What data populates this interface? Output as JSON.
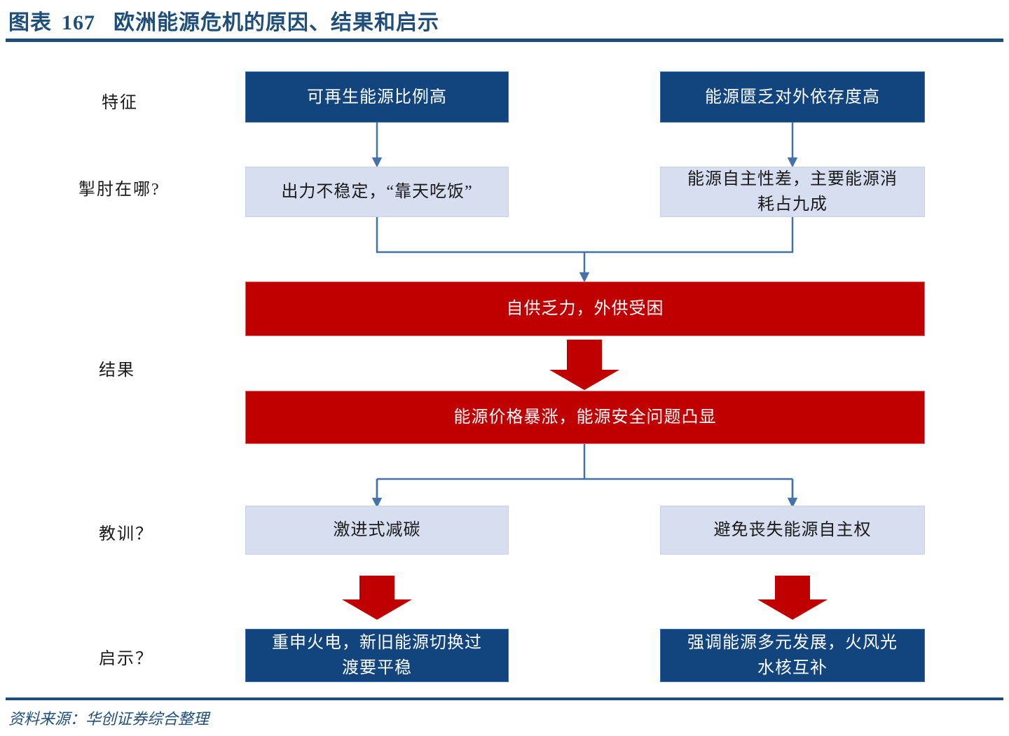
{
  "header": {
    "label": "图表",
    "number": "167",
    "title": "欧洲能源危机的原因、结果和启示"
  },
  "footer": {
    "source": "资料来源：华创证券综合整理"
  },
  "colors": {
    "dark_blue": "#12447e",
    "light_blue": "#d6def0",
    "red": "#c00000",
    "rule_blue": "#1f4e79",
    "connector_blue": "#4472a8",
    "text_dark": "#1a1a1a",
    "text_light": "#ffffff"
  },
  "row_labels": [
    {
      "id": "features",
      "text": "特征"
    },
    {
      "id": "constraints",
      "text": "掣肘在哪?"
    },
    {
      "id": "results",
      "text": "结果"
    },
    {
      "id": "lessons",
      "text": "教训？"
    },
    {
      "id": "implications",
      "text": "启示？"
    }
  ],
  "nodes": {
    "feature_left": "可再生能源比例高",
    "feature_right": "能源匮乏对外依存度高",
    "constraint_left": "出力不稳定，“靠天吃饭”",
    "constraint_right": "能源自主性差，主要能源消\n耗占九成",
    "result_top": "自供乏力，外供受困",
    "result_bottom": "能源价格暴涨，能源安全问题凸显",
    "lesson_left": "激进式减碳",
    "lesson_right": "避免丧失能源自主权",
    "implication_left": "重申火电，新旧能源切换过\n渡要平稳",
    "implication_right": "强调能源多元发展，火风光\n水核互补"
  },
  "chart_data": {
    "type": "diagram",
    "title": "欧洲能源危机的原因、结果和启示",
    "layout": "two-column flowchart with merge and split connectors",
    "rows": [
      {
        "label": "特征",
        "nodes": [
          {
            "text": "可再生能源比例高",
            "style": "dark-blue",
            "column": "left"
          },
          {
            "text": "能源匮乏对外依存度高",
            "style": "dark-blue",
            "column": "right"
          }
        ]
      },
      {
        "label": "掣肘在哪?",
        "nodes": [
          {
            "text": "出力不稳定，“靠天吃饭”",
            "style": "light-blue",
            "column": "left"
          },
          {
            "text": "能源自主性差，主要能源消耗占九成",
            "style": "light-blue",
            "column": "right"
          }
        ]
      },
      {
        "label": "结果",
        "nodes": [
          {
            "text": "自供乏力，外供受困",
            "style": "red",
            "column": "full"
          },
          {
            "text": "能源价格暴涨，能源安全问题凸显",
            "style": "red",
            "column": "full"
          }
        ]
      },
      {
        "label": "教训？",
        "nodes": [
          {
            "text": "激进式减碳",
            "style": "light-blue",
            "column": "left"
          },
          {
            "text": "避免丧失能源自主权",
            "style": "light-blue",
            "column": "right"
          }
        ]
      },
      {
        "label": "启示？",
        "nodes": [
          {
            "text": "重申火电，新旧能源切换过渡要平稳",
            "style": "dark-blue",
            "column": "left"
          },
          {
            "text": "强调能源多元发展，火风光水核互补",
            "style": "dark-blue",
            "column": "right"
          }
        ]
      }
    ],
    "connectors": [
      {
        "from": "可再生能源比例高",
        "to": "出力不稳定，“靠天吃饭”",
        "type": "thin-arrow-blue"
      },
      {
        "from": "能源匮乏对外依存度高",
        "to": "能源自主性差，主要能源消耗占九成",
        "type": "thin-arrow-blue"
      },
      {
        "from": [
          "出力不稳定，“靠天吃饭”",
          "能源自主性差，主要能源消耗占九成"
        ],
        "to": "自供乏力，外供受困",
        "type": "merge-arrow-blue"
      },
      {
        "from": "自供乏力，外供受困",
        "to": "能源价格暴涨，能源安全问题凸显",
        "type": "block-arrow-red"
      },
      {
        "from": "能源价格暴涨，能源安全问题凸显",
        "to": [
          "激进式减碳",
          "避免丧失能源自主权"
        ],
        "type": "split-arrow-blue"
      },
      {
        "from": "激进式减碳",
        "to": "重申火电，新旧能源切换过渡要平稳",
        "type": "block-arrow-red"
      },
      {
        "from": "避免丧失能源自主权",
        "to": "强调能源多元发展，火风光水核互补",
        "type": "block-arrow-red"
      }
    ]
  }
}
